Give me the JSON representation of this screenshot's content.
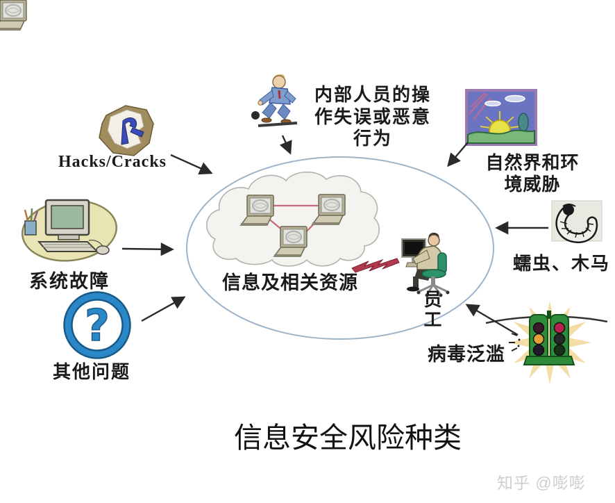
{
  "title": "信息安全风险种类",
  "watermark": "知乎 @嘭嘭",
  "center": {
    "resources_label": "信息及相关资源",
    "employee_label": "员工"
  },
  "threat_labels": {
    "insider": "内部人员的操作失误或恶意行为",
    "nature": "自然界和环境威胁",
    "worm_trojan": "蠕虫、木马",
    "virus": "病毒泛滥",
    "hacks": "Hacks/Cracks",
    "system_failure": "系统故障",
    "other": "其他问题"
  },
  "question": {
    "glyph": "?"
  },
  "colors": {
    "ellipse_stroke": "#9db3c8",
    "cloud_fill": "#f3f3f0",
    "network_line": "#c86878",
    "lightning": "#b23a4e",
    "arrow": "#2a2a2a",
    "starburst": "#f2dda4",
    "traffic_green": "#2e8b3a",
    "question_blue": "#2a88c8",
    "suit_blue": "#7e9ccc",
    "chair_green": "#2e9268",
    "watermark_gray": "#d0cecb"
  }
}
